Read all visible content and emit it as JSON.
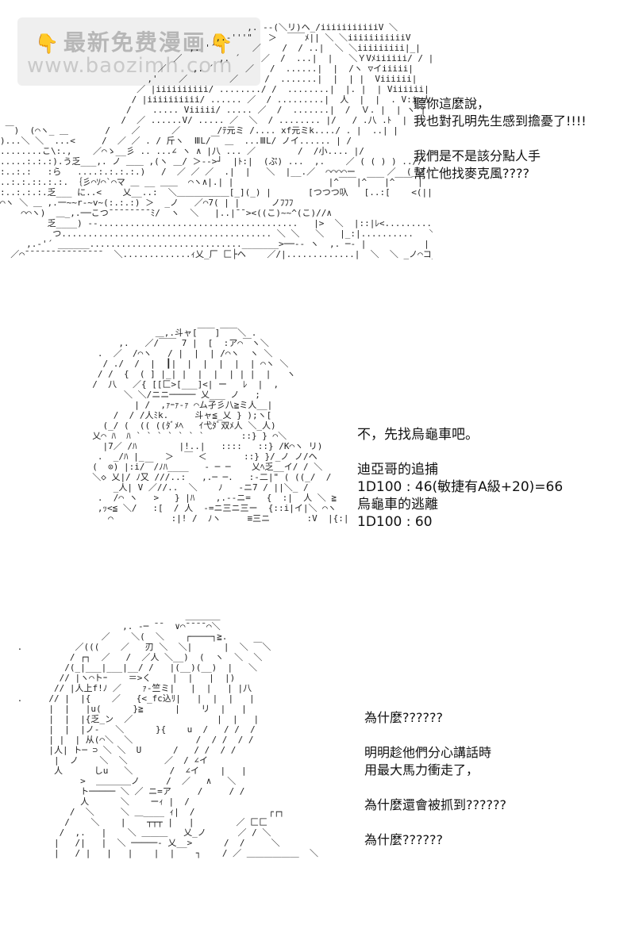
{
  "watermark": {
    "hand_icon": "👇",
    "title": "最新免费漫画",
    "url": "www.baozimh.com"
  },
  "panels": [
    {
      "dialogue": [
        "聽你這麼說，",
        "我也對孔明先生感到擔憂了!!!!",
        "",
        "我們是不是該分點人手",
        "幫忙他找麥克風????"
      ]
    },
    {
      "dialogue": [
        "不，先找烏龜車吧。",
        "",
        "迪亞哥的追捕",
        "1D100 : 46(敏捷有A級+20)=66",
        "烏龜車的逃離",
        "1D100 : 60"
      ]
    },
    {
      "dialogue": [
        "為什麼??????",
        "",
        "明明趁他們分心講話時",
        "用最大馬力衝走了，",
        "",
        "為什麼還會被抓到??????",
        "",
        "為什麼??????"
      ]
    }
  ]
}
